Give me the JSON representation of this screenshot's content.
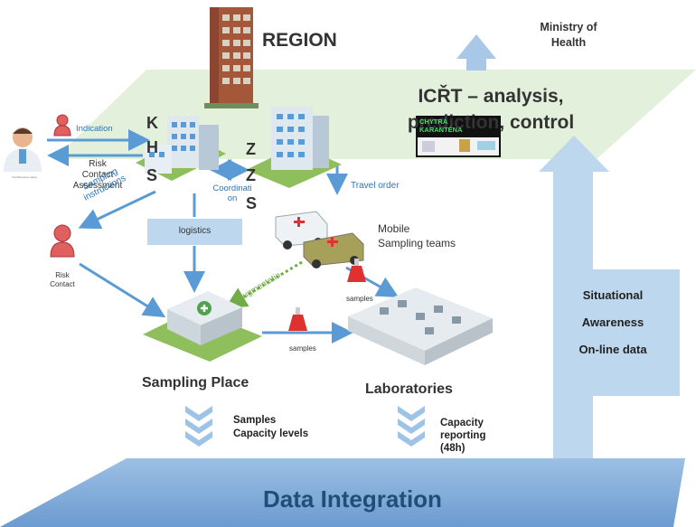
{
  "labels": {
    "region": "REGION",
    "ministry": "Ministry of\nHealth",
    "icrt": "ICŘT – analysis,\nprediction, control",
    "khs": [
      "K",
      "H",
      "S"
    ],
    "zzs": [
      "Z",
      "Z",
      "S"
    ],
    "indication": "Indication",
    "risk_contact_assessment": "Risk\nContact\nAssessment",
    "sampling_instructions": "Sampling\ninstructions",
    "coordination": "Coordinati\non",
    "travel_order": "Travel order",
    "logistics": "logistics",
    "mobile_teams": "Mobile\nSampling teams",
    "augmentation": "augmentatio",
    "samples_small_1": "samples",
    "samples_small_2": "samples",
    "risk_contact": "Risk\nContact",
    "sampling_place": "Sampling Place",
    "laboratories": "Laboratories",
    "samples_capacity": "Samples\nCapacity levels",
    "capacity_reporting": "Capacity\nreporting\n(48h)",
    "situational": "Situational\nAwareness\nOn-line data",
    "data_integration": "Data Integration",
    "doctor_caption": "Ошибка всего мира",
    "badge_title": "CHYTRÁ\nKARANTÉNA"
  },
  "colors": {
    "arrow_blue": "#5b9bd5",
    "pale_blue": "#bdd7ee",
    "plane_green": "#e2efd9",
    "platform_blue": "#7aa7d6",
    "title_navy": "#1f4e79",
    "dashed_green": "#70ad47",
    "text_dark": "#333333"
  },
  "icons": [
    "doctor-icon",
    "person-icon",
    "building-icon",
    "hospital-icon",
    "ambulance-icon",
    "flask-icon",
    "laboratory-icon",
    "tower-icon"
  ]
}
